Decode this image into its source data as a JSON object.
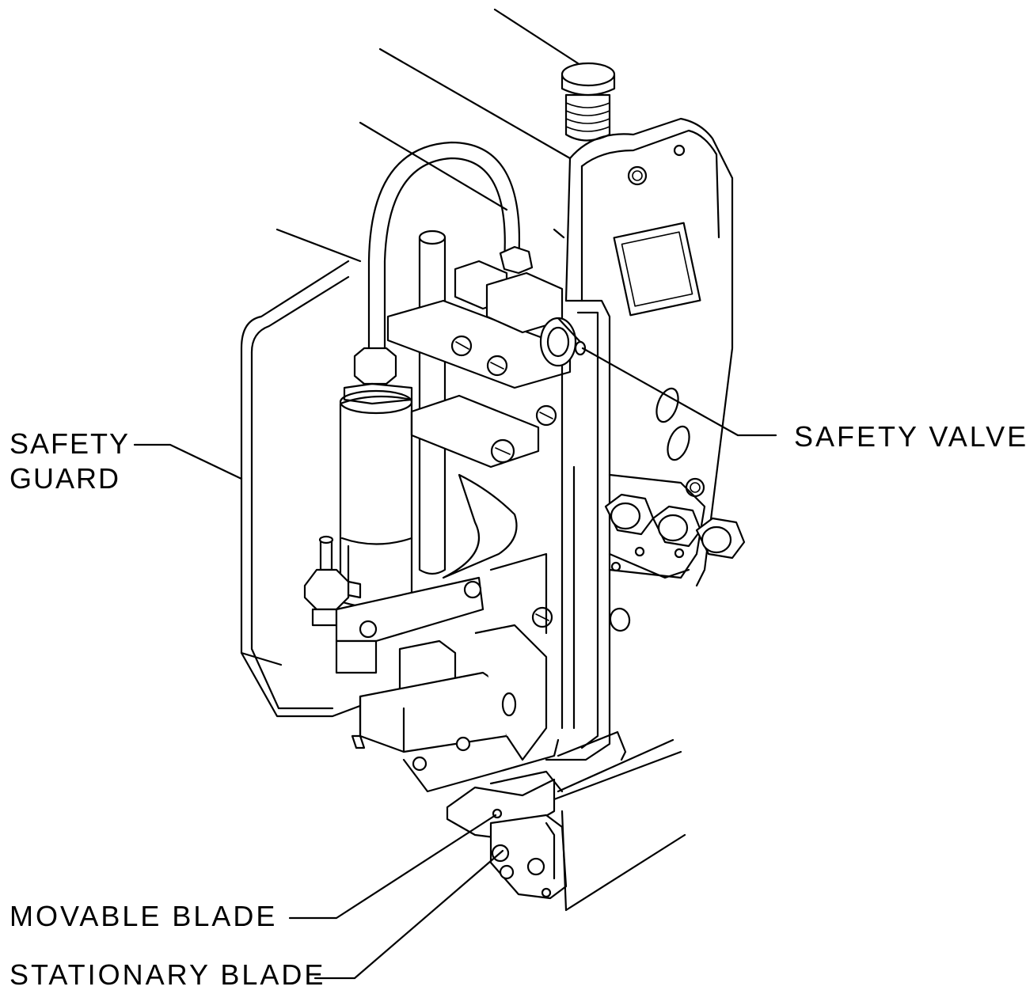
{
  "diagram": {
    "labels": {
      "safety_guard_line1": "SAFETY",
      "safety_guard_line2": "GUARD",
      "safety_valve": "SAFETY VALVE",
      "movable_blade": "MOVABLE BLADE",
      "stationary_blade": "STATIONARY BLADE"
    },
    "colors": {
      "ink": "#000000",
      "paper": "#ffffff"
    }
  }
}
